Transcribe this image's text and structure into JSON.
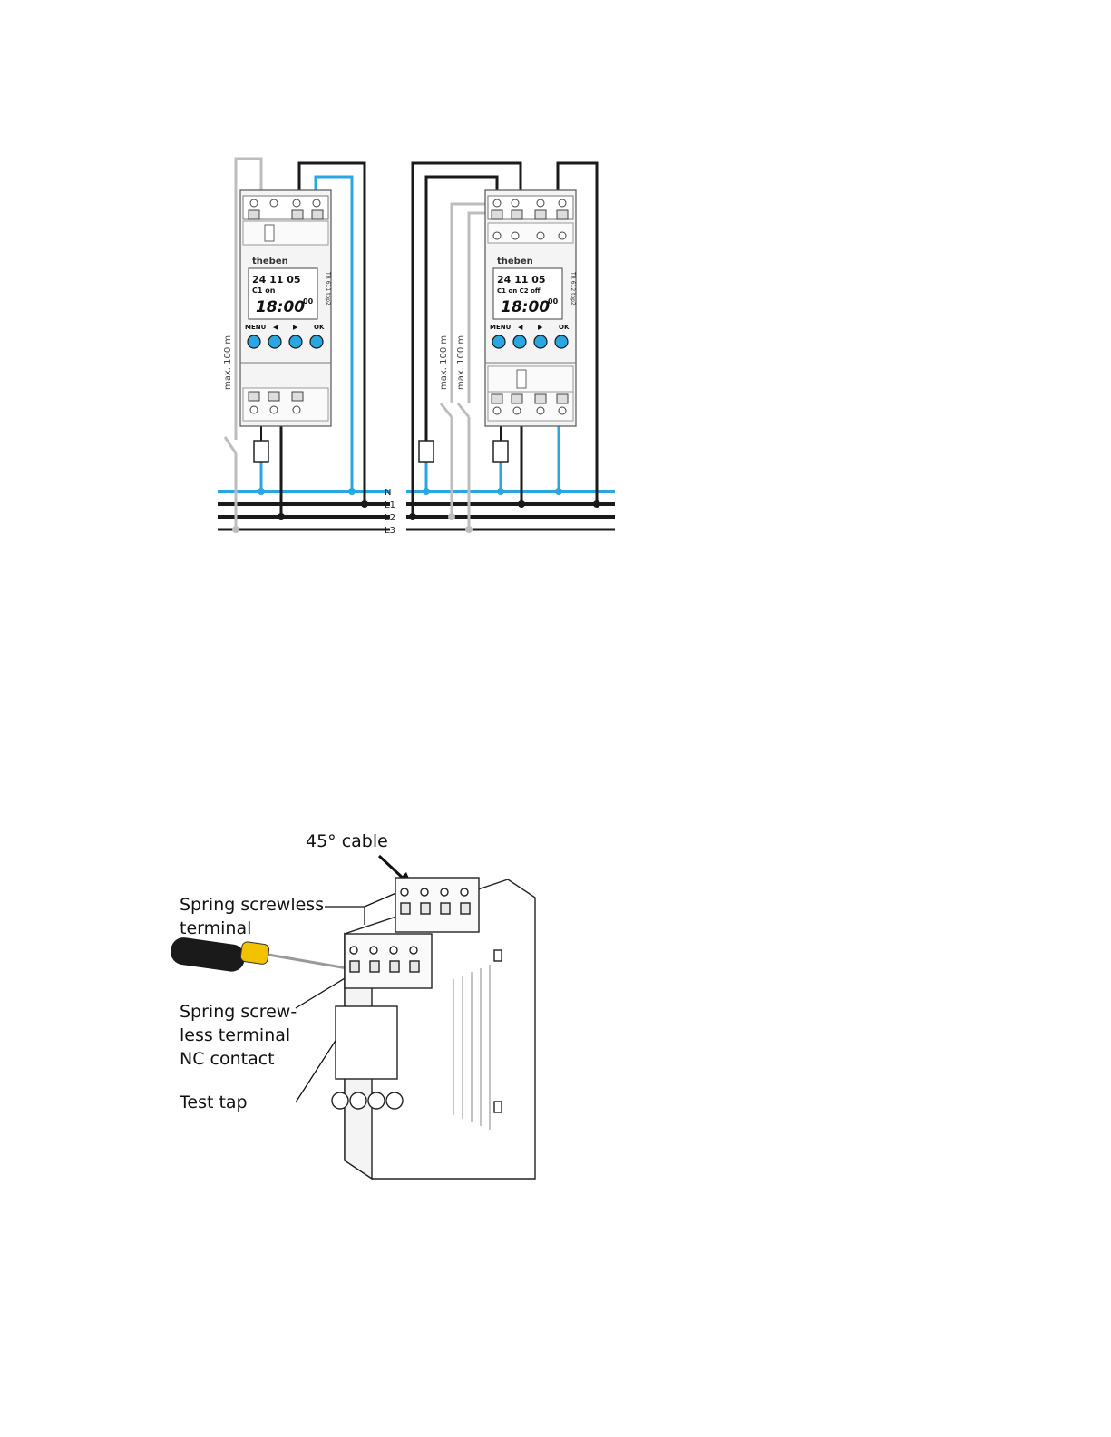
{
  "wiring": {
    "bus_labels": [
      "N",
      "L1",
      "L2",
      "L3"
    ],
    "distance_label": "max. 100 m",
    "brand": "theben",
    "left_unit": {
      "display_date": "24  11  05",
      "display_channel": "C1 on",
      "display_time": "18:00",
      "display_seconds": "00",
      "model": "TR 611 top2"
    },
    "right_unit": {
      "display_date": "24  11  05",
      "display_channel": "C1 on  C2 off",
      "display_time": "18:00",
      "display_seconds": "00",
      "model": "TR 612 top2"
    },
    "buttons": [
      "MENU",
      "◀",
      "▶",
      "OK"
    ],
    "colors": {
      "neutral": "#2aa7e0",
      "phase": "#1a1a1a",
      "control": "#bdbdbd",
      "button": "#2aa7e0"
    }
  },
  "device_figure": {
    "labels": {
      "cable": "45° cable",
      "spring_terminal_1": "Spring screwless",
      "spring_terminal_2": "terminal",
      "nc_1": "Spring screw-",
      "nc_2": "less terminal",
      "nc_3": "NC contact",
      "test_tap": "Test tap"
    }
  }
}
